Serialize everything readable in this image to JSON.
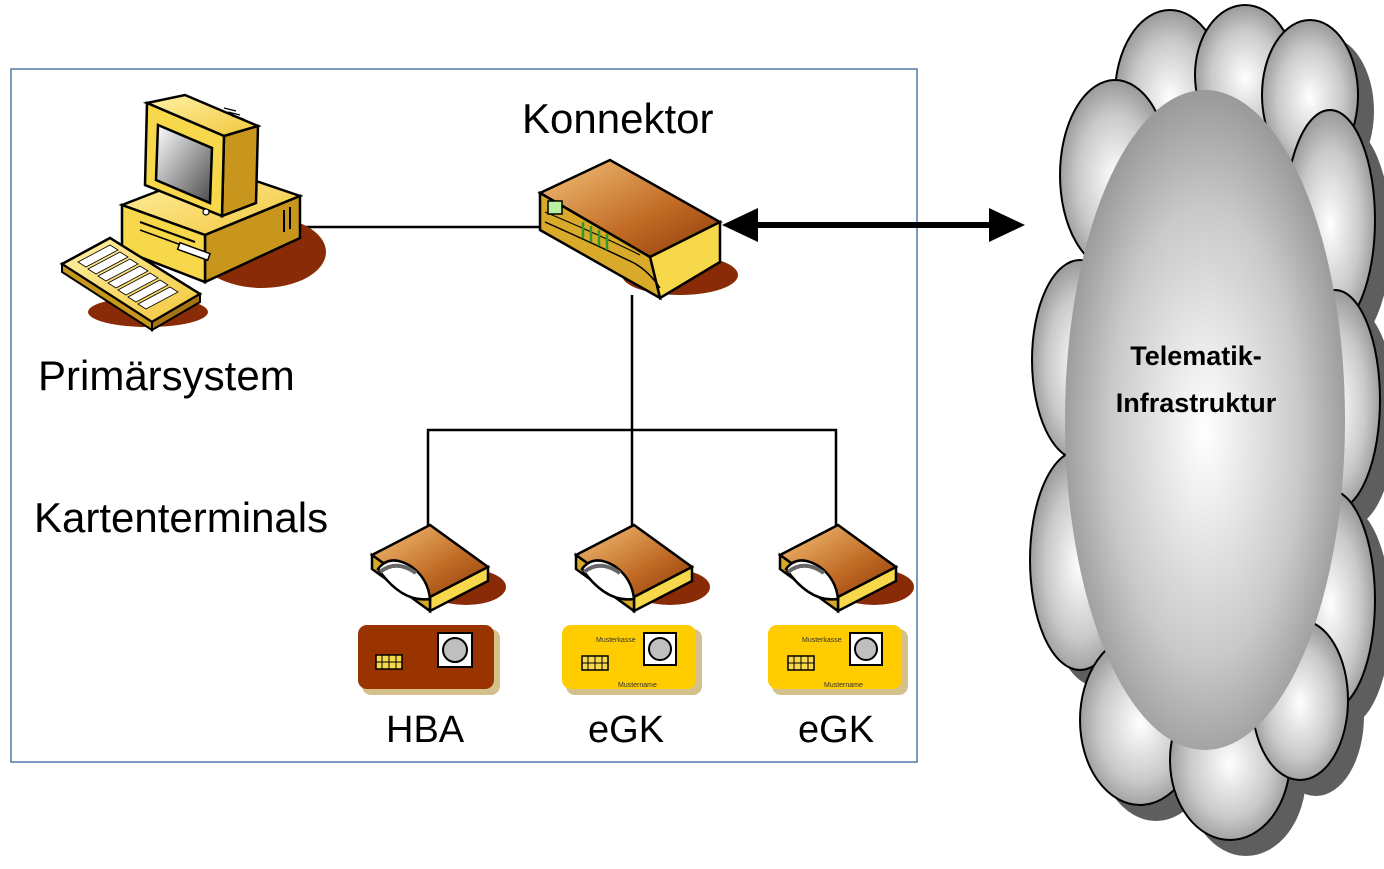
{
  "labels": {
    "primary_system": "Primärsystem",
    "connector": "Konnektor",
    "card_terminals": "Kartenterminals"
  },
  "cards": [
    {
      "name": "HBA",
      "type": "hba",
      "issuer": "",
      "holder": ""
    },
    {
      "name": "eGK",
      "type": "egk",
      "issuer": "Musterkasse",
      "holder": "Mustername"
    },
    {
      "name": "eGK",
      "type": "egk",
      "issuer": "Musterkasse",
      "holder": "Mustername"
    }
  ],
  "cloud": {
    "line1": "Telematik-",
    "line2": "Infrastruktur"
  },
  "colors": {
    "frame_border": "#4f7aa8",
    "device_yellow": "#f7d84a",
    "device_gold": "#c8961c",
    "device_shadow": "#8a2b08",
    "hba_card": "#993300",
    "egk_card": "#ffcc00",
    "cloud_light": "#ffffff",
    "cloud_dark": "#7a7a7a"
  },
  "icons": [
    "desktop-computer-icon",
    "keyboard-icon",
    "router-icon",
    "card-reader-icon",
    "smartcard-icon",
    "cloud-icon"
  ]
}
